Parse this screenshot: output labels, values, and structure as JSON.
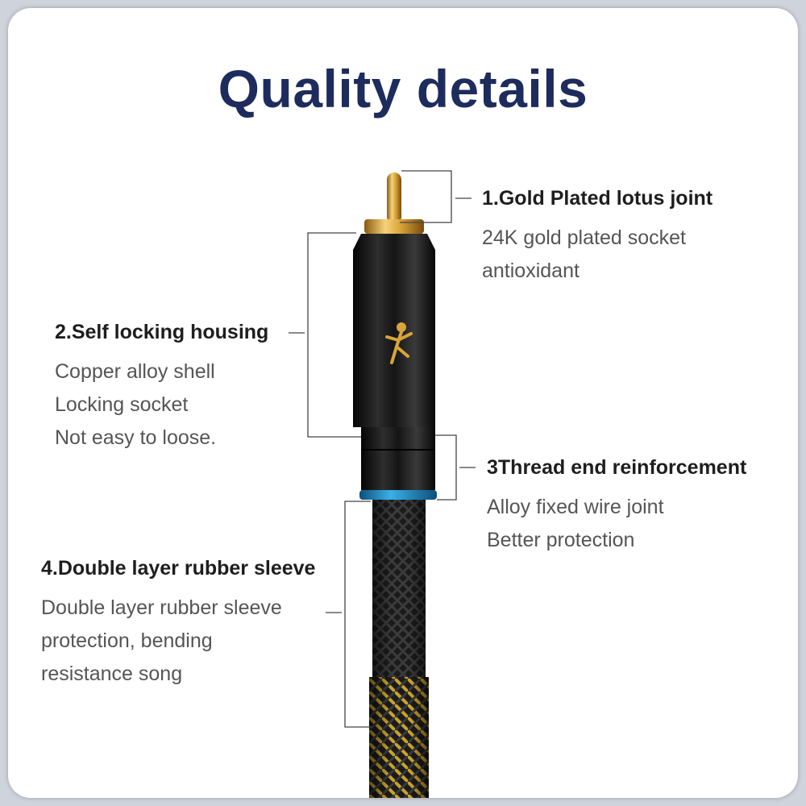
{
  "title": "Quality details",
  "features": [
    {
      "heading": "1.Gold Plated lotus joint",
      "lines": [
        "24K gold plated socket",
        "antioxidant"
      ]
    },
    {
      "heading": "2.Self locking housing",
      "lines": [
        "Copper alloy shell",
        "Locking socket",
        "Not easy to loose."
      ]
    },
    {
      "heading": "3Thread end reinforcement",
      "lines": [
        "Alloy fixed wire joint",
        "Better protection"
      ]
    },
    {
      "heading": "4.Double layer rubber sleeve",
      "lines": [
        "Double layer rubber sleeve",
        "protection, bending",
        "resistance song"
      ]
    }
  ],
  "colors": {
    "title": "#1d2c5c",
    "gold": "#d9a53a",
    "housing": "#1a1a1a",
    "accent_ring": "#1f8fd0",
    "braid": "#2a2a2a"
  },
  "icons": {
    "logo": "gold-dancing-figure-logo"
  }
}
